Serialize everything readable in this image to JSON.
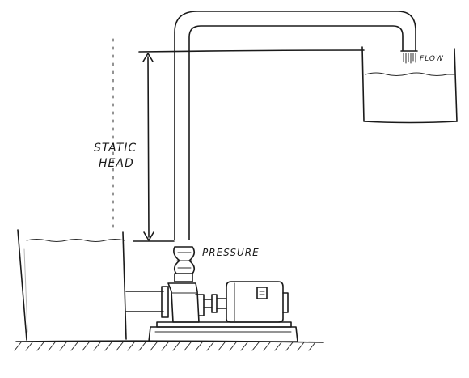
{
  "labels": {
    "static_line1": "STATIC",
    "static_line2": "HEAD",
    "pressure": "PRESSURE",
    "flow": "FLOW"
  }
}
